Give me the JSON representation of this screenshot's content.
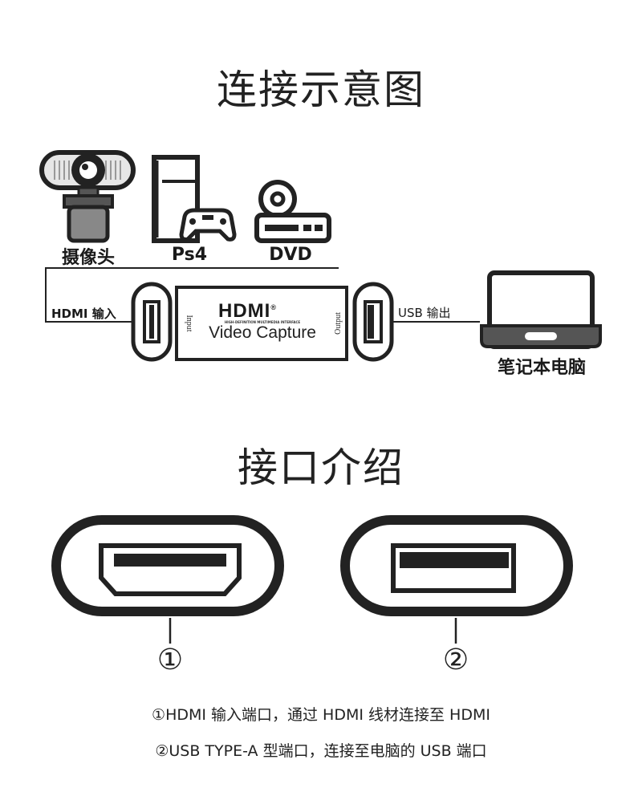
{
  "titles": {
    "connection_diagram": "连接示意图",
    "interface_intro": "接口介绍"
  },
  "devices": {
    "webcam": "摄像头",
    "ps4": "Ps4",
    "dvd": "DVD",
    "laptop": "笔记本电脑"
  },
  "connections": {
    "hdmi_in": "HDMI 输入",
    "usb_out": "USB 输出"
  },
  "capture_box": {
    "logo": "HDMI",
    "logo_mark": "®",
    "logo_tagline": "HIGH-DEFINITION MULTIMEDIA INTERFACE",
    "name": "Video Capture",
    "input_label": "Input",
    "output_label": "Output"
  },
  "ports": {
    "port1_marker": "①",
    "port2_marker": "②"
  },
  "notes": {
    "note1": "①HDMI 输入端口，通过 HDMI 线材连接至 HDMI",
    "note2": "②USB TYPE-A 型端口，连接至电脑的 USB 端口"
  }
}
